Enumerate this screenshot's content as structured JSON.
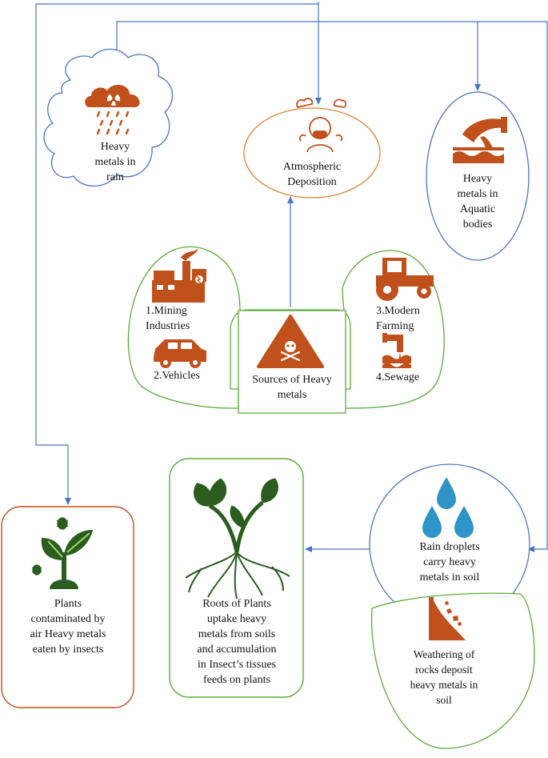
{
  "nodes": {
    "rain": "Heavy\nmetals in\nrain",
    "atmospheric": "Atmospheric\nDeposition",
    "aquatic": "Heavy\nmetals in\nAquatic\nbodies",
    "mining": "1.Mining\nIndustries",
    "vehicles": "2.Vehicles",
    "sources": "Sources of Heavy\nmetals",
    "farming": "3.Modern\nFarming",
    "sewage": "4.Sewage",
    "plants_insects": "Plants\ncontaminated by\nair Heavy metals\neaten by insects",
    "roots": "Roots of Plants\nuptake heavy\nmetals from soils\nand accumulation\nin Insect’s tissues\nfeeds on plants",
    "rain_droplets": "Rain droplets\ncarry heavy\nmetals in soil",
    "weathering": "Weathering of\nrocks deposit\nheavy metals in\nsoil"
  },
  "icons": {
    "radioactive_cloud": "radioactive-cloud-icon",
    "polluted_person": "mask-person-icon",
    "waves": "water-pipe-waves-icon",
    "factory": "factory-mining-icon",
    "car": "car-icon",
    "hazard": "toxic-hazard-icon",
    "tractor": "tractor-icon",
    "sewage_pipe": "sewage-pipe-icon",
    "bug_plant": "insect-plant-icon",
    "roots_plant": "plant-roots-icon",
    "droplets": "water-droplets-icon",
    "rockfall": "rockfall-icon"
  },
  "colors": {
    "brown": "#c0501c",
    "green_border": "#5aab3a",
    "blue_border": "#4a76c0",
    "orange_border": "#e2843a",
    "arrow": "#4a76c0",
    "drop": "#2e94c8",
    "plant": "#2a5d1e"
  }
}
